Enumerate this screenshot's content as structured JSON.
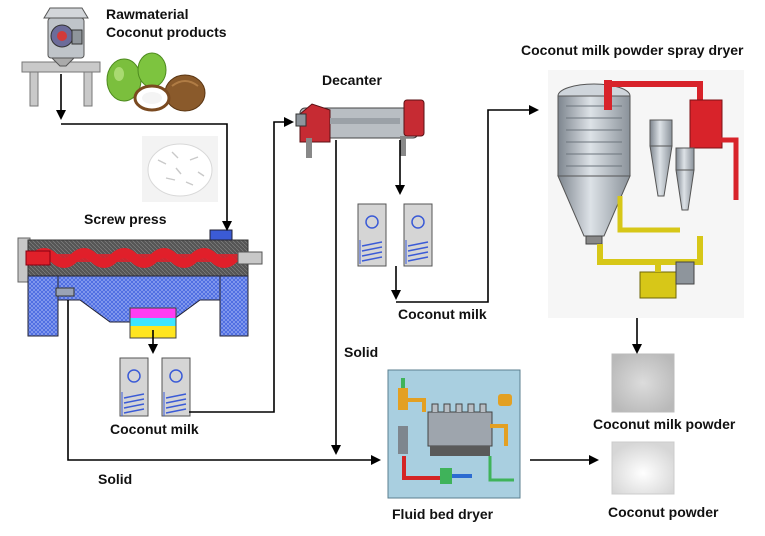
{
  "labels": {
    "raw_line1": "Rawmaterial",
    "raw_line2": "Coconut products",
    "decanter": "Decanter",
    "spray_dryer": "Coconut milk powder spray dryer",
    "screw_press": "Screw press",
    "coconut_milk_left": "Coconut milk",
    "coconut_milk_mid": "Coconut milk",
    "solid_mid": "Solid",
    "solid_bottom": "Solid",
    "milk_powder": "Coconut milk powder",
    "fluid_bed": "Fluid bed dryer",
    "coconut_powder": "Coconut powder"
  },
  "colors": {
    "arrow": "#000000",
    "press_blue": "#3b5bd6",
    "press_red": "#e0202a",
    "dryer_red": "#d8232a",
    "dryer_yellow": "#d7c718",
    "dryer_steel": "#a9b0b8",
    "fbd_bg": "#a9cfe0"
  }
}
